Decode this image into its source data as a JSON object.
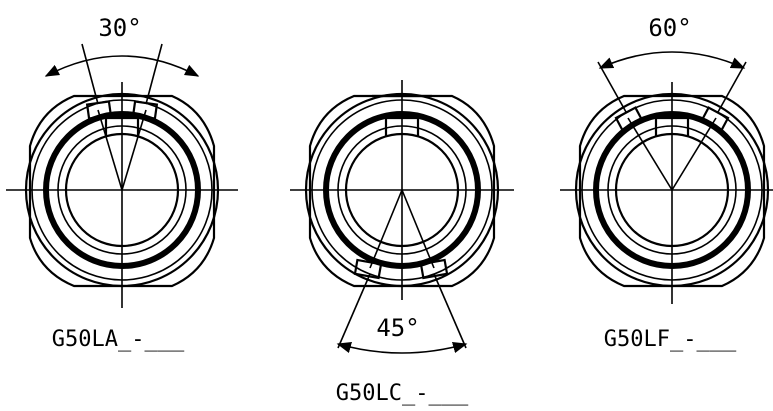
{
  "figures": [
    {
      "id": "a",
      "angle_label": "30°",
      "part_label": "G50LA_-___"
    },
    {
      "id": "c",
      "angle_label": "45°",
      "part_label": "G50LC_-___"
    },
    {
      "id": "f",
      "angle_label": "60°",
      "part_label": "G50LF_-___"
    }
  ]
}
